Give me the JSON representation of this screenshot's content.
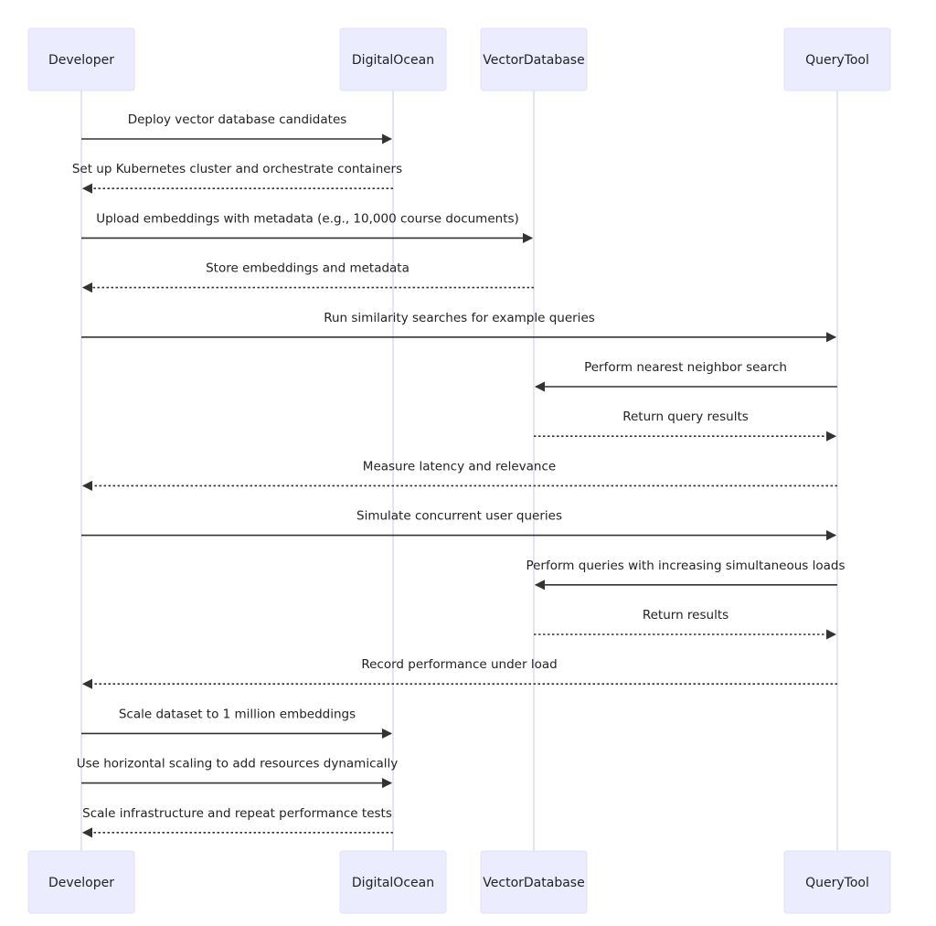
{
  "participants": [
    {
      "id": "developer",
      "label": "Developer"
    },
    {
      "id": "digitalocean",
      "label": "DigitalOcean"
    },
    {
      "id": "vectordatabase",
      "label": "VectorDatabase"
    },
    {
      "id": "querytool",
      "label": "QueryTool"
    }
  ],
  "messages": [
    {
      "from": "developer",
      "to": "digitalocean",
      "style": "solid",
      "label": "Deploy vector database candidates"
    },
    {
      "from": "digitalocean",
      "to": "developer",
      "style": "dotted",
      "label": "Set up Kubernetes cluster and orchestrate containers"
    },
    {
      "from": "developer",
      "to": "vectordatabase",
      "style": "solid",
      "label": "Upload embeddings with metadata (e.g., 10,000 course documents)"
    },
    {
      "from": "vectordatabase",
      "to": "developer",
      "style": "dotted",
      "label": "Store embeddings and metadata"
    },
    {
      "from": "developer",
      "to": "querytool",
      "style": "solid",
      "label": "Run similarity searches for example queries"
    },
    {
      "from": "querytool",
      "to": "vectordatabase",
      "style": "solid",
      "label": "Perform nearest neighbor search"
    },
    {
      "from": "vectordatabase",
      "to": "querytool",
      "style": "dotted",
      "label": "Return query results"
    },
    {
      "from": "querytool",
      "to": "developer",
      "style": "dotted",
      "label": "Measure latency and relevance"
    },
    {
      "from": "developer",
      "to": "querytool",
      "style": "solid",
      "label": "Simulate concurrent user queries"
    },
    {
      "from": "querytool",
      "to": "vectordatabase",
      "style": "solid",
      "label": "Perform queries with increasing simultaneous loads"
    },
    {
      "from": "vectordatabase",
      "to": "querytool",
      "style": "dotted",
      "label": "Return results"
    },
    {
      "from": "querytool",
      "to": "developer",
      "style": "dotted",
      "label": "Record performance under load"
    },
    {
      "from": "developer",
      "to": "digitalocean",
      "style": "solid",
      "label": "Scale dataset to 1 million embeddings"
    },
    {
      "from": "developer",
      "to": "digitalocean",
      "style": "solid",
      "label": "Use horizontal scaling to add resources dynamically"
    },
    {
      "from": "digitalocean",
      "to": "developer",
      "style": "dotted",
      "label": "Scale infrastructure and repeat performance tests"
    }
  ]
}
